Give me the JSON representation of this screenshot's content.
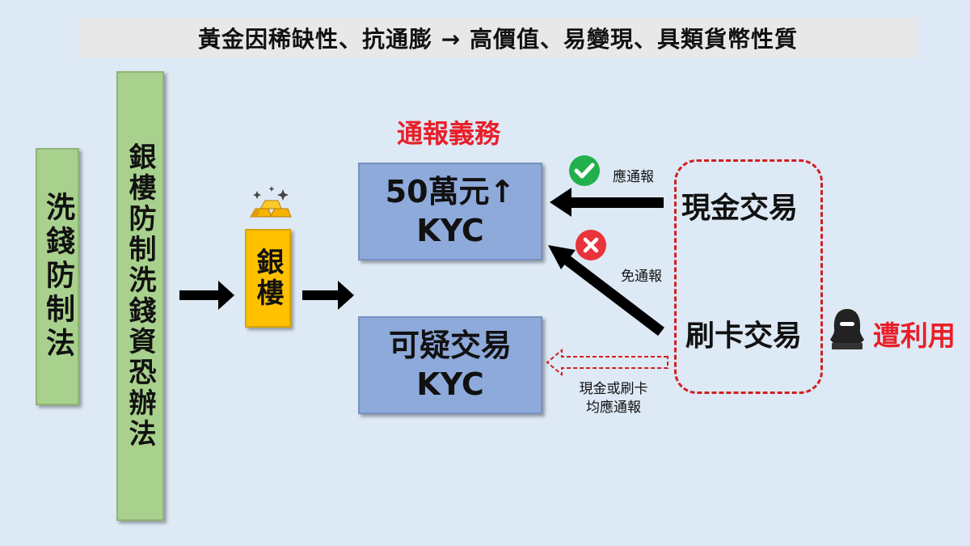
{
  "banner": {
    "text": "黃金因稀缺性、抗通膨 → 高價值、易變現、具類貨幣性質"
  },
  "left_boxes": {
    "law": "洗錢防制法",
    "regulation": "銀樓防制洗錢資恐辦法"
  },
  "jewelry_store": "銀樓",
  "duty_title": "通報義務",
  "kyc_boxes": {
    "threshold": {
      "line1": "50萬元↑",
      "line2": "KYC"
    },
    "suspicious": {
      "line1": "可疑交易",
      "line2": "KYC"
    }
  },
  "transactions": {
    "cash": "現金交易",
    "card": "刷卡交易"
  },
  "labels": {
    "should_report": "應通報",
    "exempt_report": "免通報",
    "both_line1": "現金或刷卡",
    "both_line2": "均應通報"
  },
  "exploited": "遭利用",
  "icons": {
    "gold": "gold-bars-icon",
    "check": "check-circle-icon",
    "cross": "cross-circle-icon",
    "hacker": "hooded-hacker-icon"
  },
  "colors": {
    "green_box": "#a9d18e",
    "gold_box": "#ffc000",
    "blue_box": "#8eaadb",
    "red_text": "#e8202a",
    "check_green": "#22b04c",
    "cross_red": "#e8343a"
  }
}
